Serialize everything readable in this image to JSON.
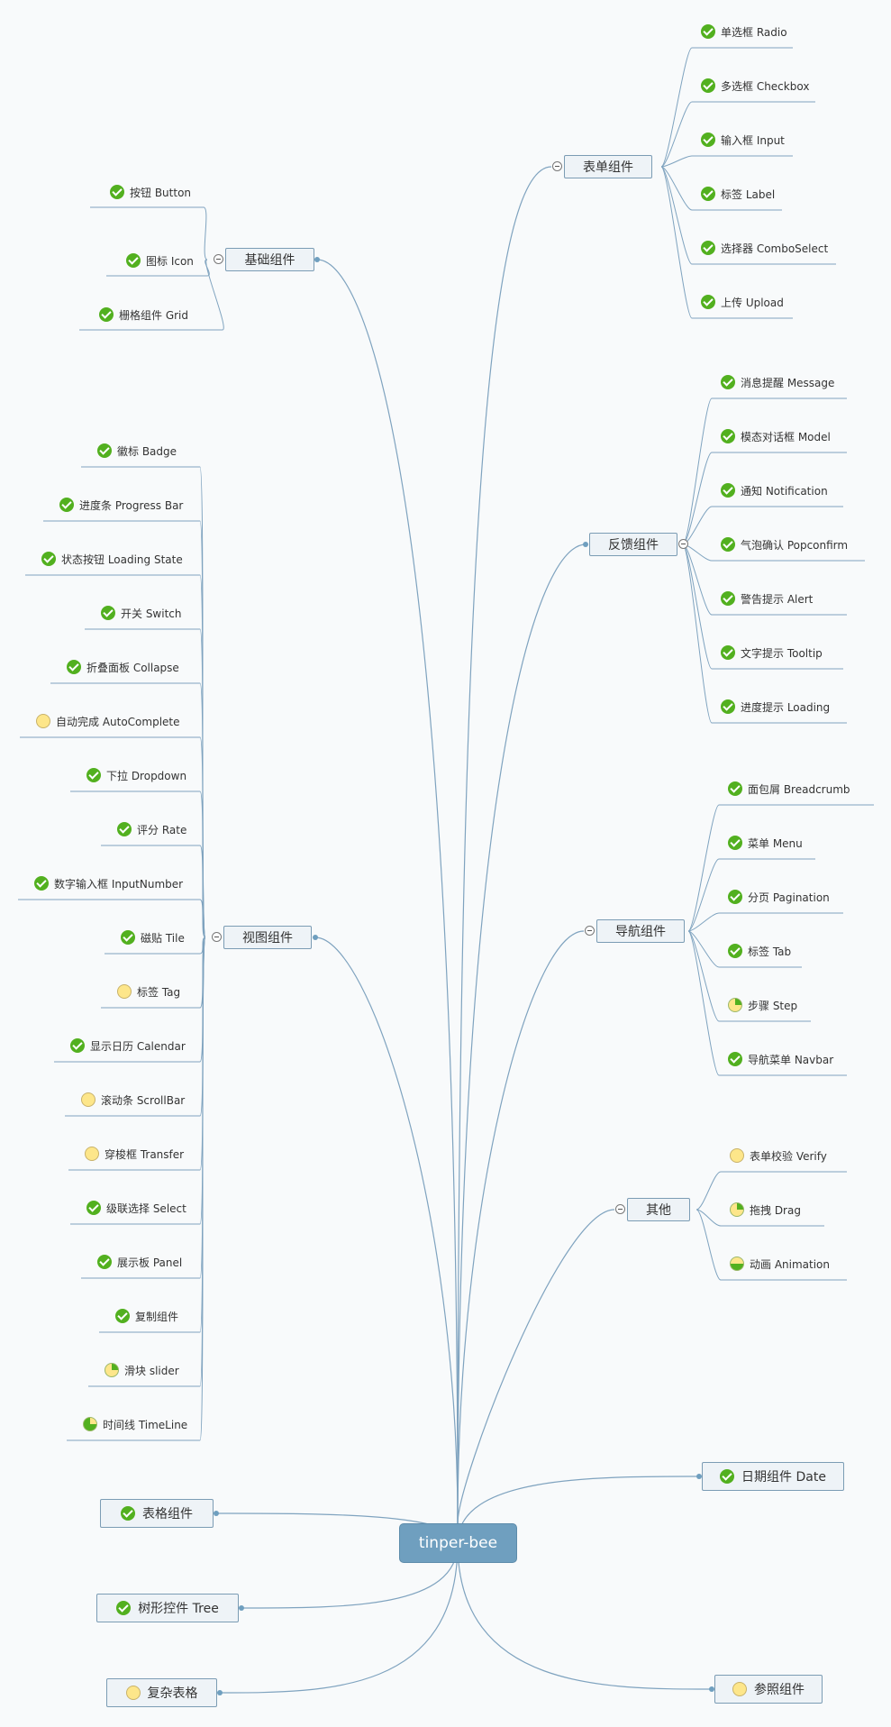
{
  "root": {
    "label": "tinper-bee"
  },
  "branches": [
    {
      "id": "basic",
      "label": "基础组件",
      "children": [
        {
          "label": "按钮 Button",
          "status": "done"
        },
        {
          "label": "图标 Icon",
          "status": "done"
        },
        {
          "label": "栅格组件 Grid",
          "status": "done"
        }
      ]
    },
    {
      "id": "view",
      "label": "视图组件",
      "children": [
        {
          "label": "徽标 Badge",
          "status": "done"
        },
        {
          "label": "进度条 Progress Bar",
          "status": "done"
        },
        {
          "label": "状态按钮 Loading State",
          "status": "done"
        },
        {
          "label": "开关 Switch",
          "status": "done"
        },
        {
          "label": "折叠面板 Collapse",
          "status": "done"
        },
        {
          "label": "自动完成 AutoComplete",
          "status": "none"
        },
        {
          "label": "下拉 Dropdown",
          "status": "done"
        },
        {
          "label": "评分 Rate",
          "status": "done"
        },
        {
          "label": "数字输入框 InputNumber",
          "status": "done"
        },
        {
          "label": "磁贴 Tile",
          "status": "done"
        },
        {
          "label": "标签 Tag",
          "status": "none"
        },
        {
          "label": "显示日历 Calendar",
          "status": "done"
        },
        {
          "label": "滚动条 ScrollBar",
          "status": "none"
        },
        {
          "label": "穿梭框 Transfer",
          "status": "none"
        },
        {
          "label": "级联选择 Select",
          "status": "done"
        },
        {
          "label": "展示板 Panel",
          "status": "done"
        },
        {
          "label": "复制组件",
          "status": "done"
        },
        {
          "label": "滑块 slider",
          "status": "quarter"
        },
        {
          "label": "时间线 TimeLine",
          "status": "three"
        }
      ]
    },
    {
      "id": "form",
      "label": "表单组件",
      "children": [
        {
          "label": "单选框 Radio",
          "status": "done"
        },
        {
          "label": "多选框 Checkbox",
          "status": "done"
        },
        {
          "label": "输入框 Input",
          "status": "done"
        },
        {
          "label": "标签 Label",
          "status": "done"
        },
        {
          "label": "选择器 ComboSelect",
          "status": "done"
        },
        {
          "label": "上传 Upload",
          "status": "done"
        }
      ]
    },
    {
      "id": "feedback",
      "label": "反馈组件",
      "children": [
        {
          "label": "消息提醒 Message",
          "status": "done"
        },
        {
          "label": "模态对话框 Model",
          "status": "done"
        },
        {
          "label": "通知 Notification",
          "status": "done"
        },
        {
          "label": "气泡确认 Popconfirm",
          "status": "done"
        },
        {
          "label": "警告提示 Alert",
          "status": "done"
        },
        {
          "label": "文字提示 Tooltip",
          "status": "done"
        },
        {
          "label": "进度提示 Loading",
          "status": "done"
        }
      ]
    },
    {
      "id": "nav",
      "label": "导航组件",
      "children": [
        {
          "label": "面包屑 Breadcrumb",
          "status": "done"
        },
        {
          "label": "菜单 Menu",
          "status": "done"
        },
        {
          "label": "分页 Pagination",
          "status": "done"
        },
        {
          "label": "标签 Tab",
          "status": "done"
        },
        {
          "label": "步骤 Step",
          "status": "quarter"
        },
        {
          "label": "导航菜单 Navbar",
          "status": "done"
        }
      ]
    },
    {
      "id": "other",
      "label": "其他",
      "children": [
        {
          "label": "表单校验 Verify",
          "status": "none"
        },
        {
          "label": "拖拽 Drag",
          "status": "quarter"
        },
        {
          "label": "动画 Animation",
          "status": "half"
        }
      ]
    },
    {
      "id": "date",
      "label": "日期组件 Date",
      "status": "done"
    },
    {
      "id": "table",
      "label": "表格组件",
      "status": "done"
    },
    {
      "id": "tree",
      "label": "树形控件 Tree",
      "status": "done"
    },
    {
      "id": "complex",
      "label": "复杂表格",
      "status": "none"
    },
    {
      "id": "ref",
      "label": "参照组件",
      "status": "none"
    }
  ],
  "colors": {
    "link": "#7fa3bf",
    "root_fill": "#6f9fbf",
    "done_icon": "#52b01f",
    "pending_icon": "#fde68a"
  }
}
